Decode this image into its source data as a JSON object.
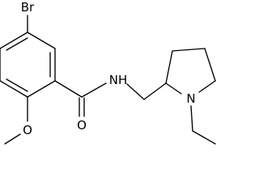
{
  "structure": {
    "atoms": {
      "bromine": "Br",
      "amide_nitrogen": "NH",
      "amide_oxygen": "O",
      "methoxy_oxygen": "O",
      "ring_nitrogen": "N"
    },
    "colors": {
      "bond": "#000000",
      "label": "#000000",
      "background": "#ffffff"
    }
  }
}
